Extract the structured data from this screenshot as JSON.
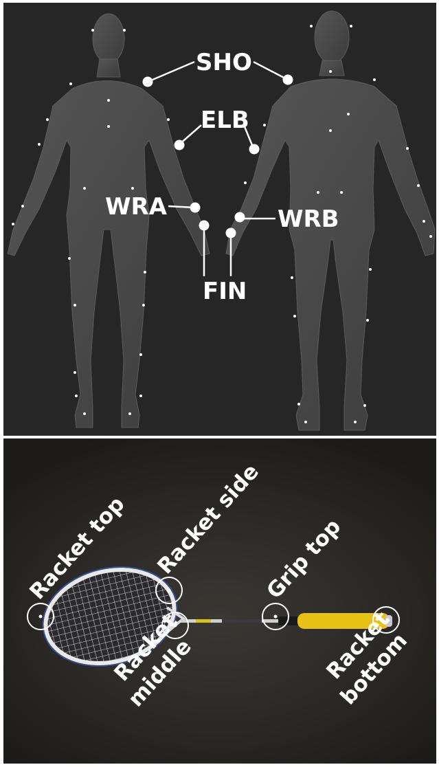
{
  "body_diagram": {
    "labels": {
      "shoulder": "SHO",
      "elbow": "ELB",
      "wrist_a": "WRA",
      "wrist_b": "WRB",
      "finger": "FIN"
    }
  },
  "racket_diagram": {
    "labels": {
      "top": "Racket top",
      "side": "Racket side",
      "middle_line1": "Racket",
      "middle_line2": "middle",
      "grip_top": "Grip top",
      "bottom_line1": "Racket",
      "bottom_line2": "bottom"
    }
  },
  "colors": {
    "marker": "#ffffff",
    "body_panel_bg": "#262626",
    "figure_fill": "#4a4a4a",
    "grip": "#e8c117"
  }
}
